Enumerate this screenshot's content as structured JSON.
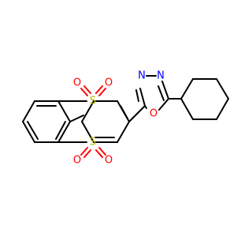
{
  "molecule": {
    "atom_labels": {
      "sulfur_top": "S",
      "sulfur_bottom": "S",
      "oxygen": "O",
      "nitrogen": "N"
    },
    "colors": {
      "carbon_bond": "#000000",
      "sulfur": "#b8b800",
      "oxygen": "#ff0000",
      "nitrogen": "#0000ff",
      "background": "#ffffff"
    }
  }
}
